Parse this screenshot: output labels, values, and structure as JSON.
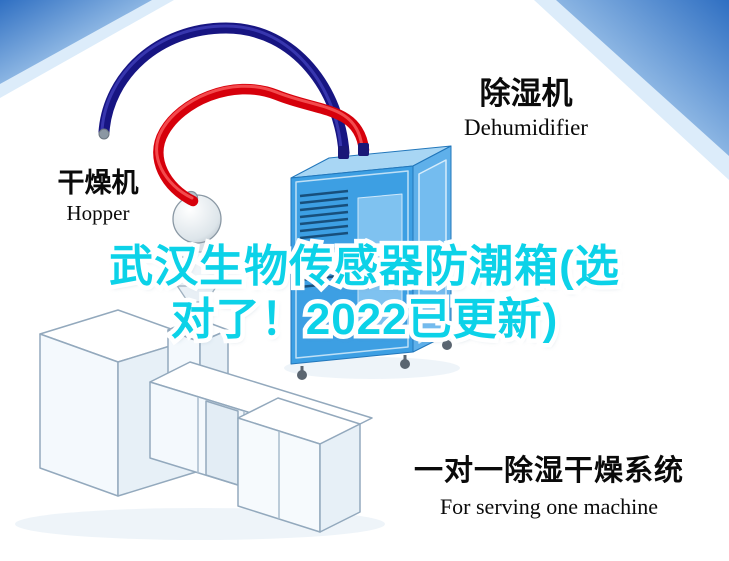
{
  "labels": {
    "dryer": {
      "cn": "干燥机",
      "en": "Hopper"
    },
    "dehumidifier": {
      "cn": "除湿机",
      "en": "Dehumidifier"
    },
    "system": {
      "cn": "一对一除湿干燥系统",
      "en": "For serving one machine"
    }
  },
  "title": {
    "line1": "武汉生物传感器防潮箱(选",
    "line2": "对了！2022已更新)"
  },
  "colors": {
    "title_fill": "#0cd2e8",
    "title_outline": "#ffffff",
    "hose_red": "#d6000b",
    "hose_red_highlight": "#ff6a6a",
    "hose_navy": "#171582",
    "hose_navy_highlight": "#4644c0",
    "dehumidifier_front": "#3d9fe3",
    "dehumidifier_side": "#5fb0ea",
    "dehumidifier_top": "#a8d6f4",
    "corner_blue_dark": "#2f6fc2",
    "corner_blue_light": "#dcecfa",
    "machine_outline": "#93a9bd"
  }
}
